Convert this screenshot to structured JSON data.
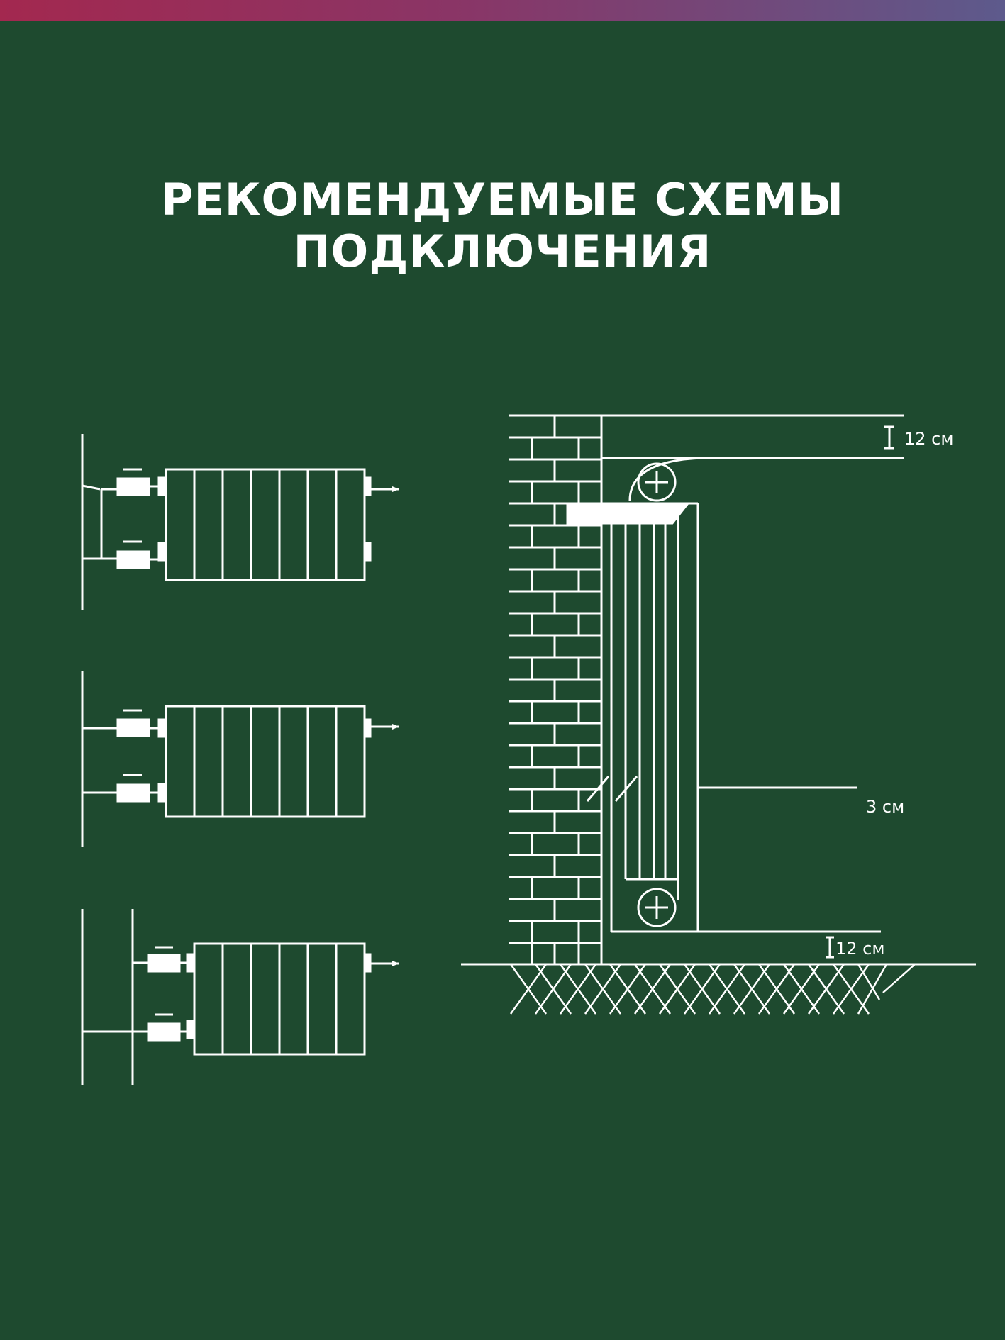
{
  "title": "РЕКОМЕНДУЕМЫЕ СХЕМЫ ПОДКЛЮЧЕНИЯ",
  "install_diagram": {
    "top_gap_label": "12 см",
    "wall_gap_label": "3 см",
    "bottom_gap_label": "12 см"
  },
  "colors": {
    "background": "#1e4a2f",
    "line": "#ffffff",
    "top_bar_start": "#a3284f",
    "top_bar_end": "#5d5a8c"
  }
}
